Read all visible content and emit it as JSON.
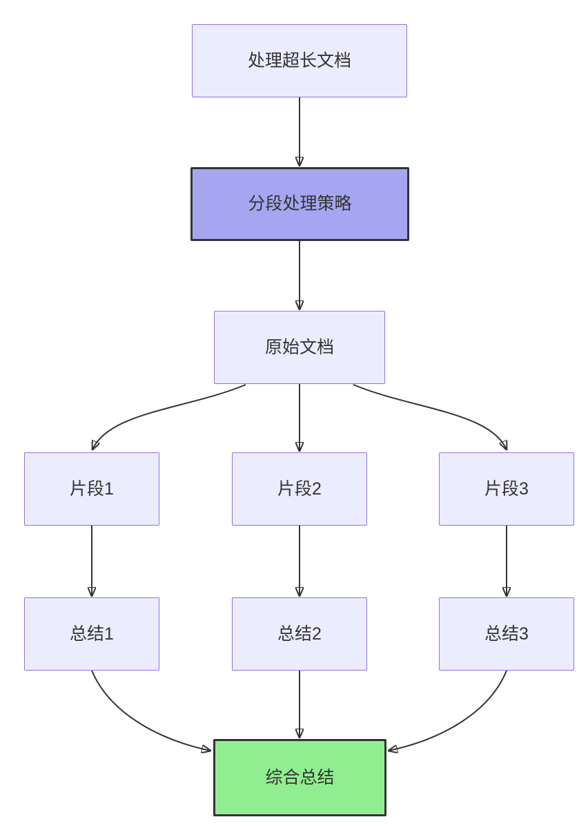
{
  "diagram": {
    "type": "flowchart",
    "direction": "top-down",
    "nodes": {
      "A": {
        "label": "处理超长文档",
        "style": "default"
      },
      "B": {
        "label": "分段处理策略",
        "style": "emphasis"
      },
      "C": {
        "label": "原始文档",
        "style": "default"
      },
      "D1": {
        "label": "片段1",
        "style": "default"
      },
      "D2": {
        "label": "片段2",
        "style": "default"
      },
      "D3": {
        "label": "片段3",
        "style": "default"
      },
      "E1": {
        "label": "总结1",
        "style": "default"
      },
      "E2": {
        "label": "总结2",
        "style": "default"
      },
      "E3": {
        "label": "总结3",
        "style": "default"
      },
      "F": {
        "label": "综合总结",
        "style": "success"
      }
    },
    "edges": [
      {
        "from": "A",
        "to": "B"
      },
      {
        "from": "B",
        "to": "C"
      },
      {
        "from": "C",
        "to": "D1"
      },
      {
        "from": "C",
        "to": "D2"
      },
      {
        "from": "C",
        "to": "D3"
      },
      {
        "from": "D1",
        "to": "E1"
      },
      {
        "from": "D2",
        "to": "E2"
      },
      {
        "from": "D3",
        "to": "E3"
      },
      {
        "from": "E1",
        "to": "F"
      },
      {
        "from": "E2",
        "to": "F"
      },
      {
        "from": "E3",
        "to": "F"
      }
    ],
    "colors": {
      "background": "#ffffff",
      "default_fill": "#ececff",
      "default_border": "#9370db",
      "emphasis_fill": "#a6a6f0",
      "emphasis_border": "#333333",
      "success_fill": "#90ee90",
      "success_border": "#333333",
      "edge_color": "#333333",
      "text_color": "#333333"
    }
  }
}
